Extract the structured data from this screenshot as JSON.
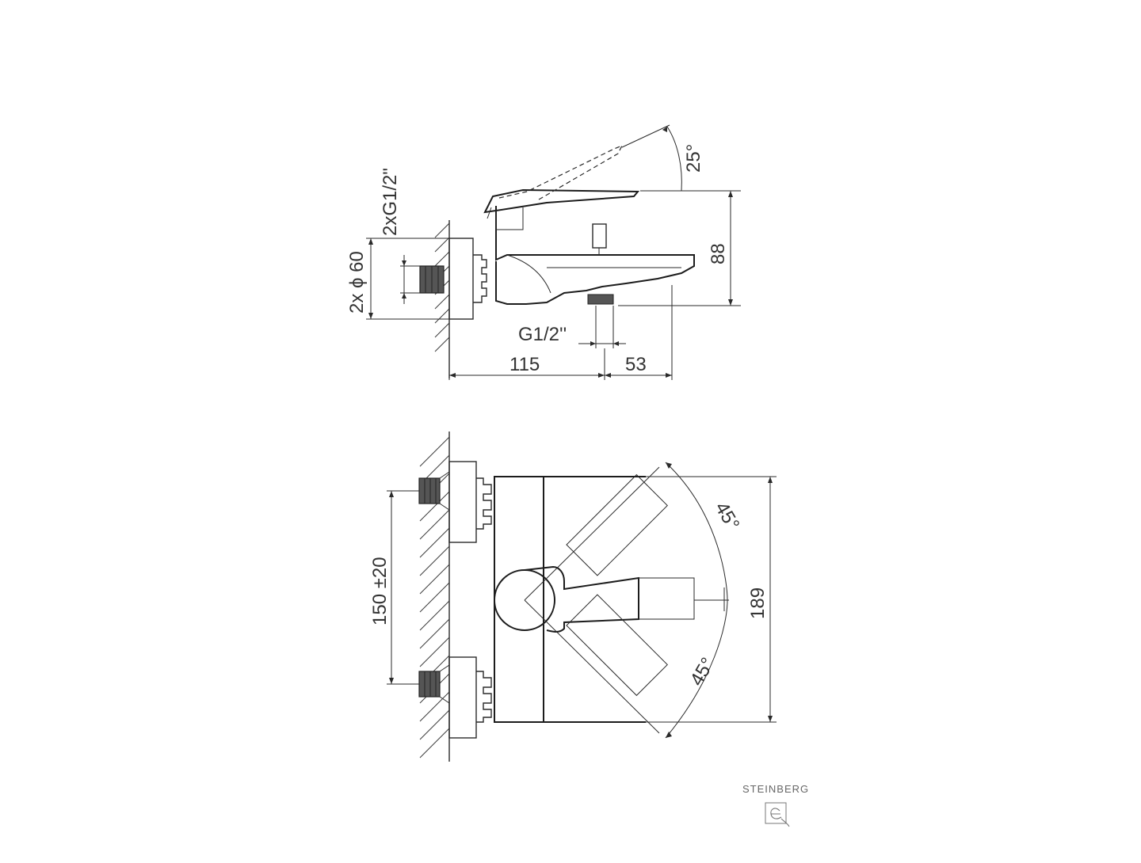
{
  "side_view": {
    "dim_inlet": "2xG1/2\"",
    "dim_rosette": "2x ϕ 60",
    "dim_lever_angle": "25°",
    "dim_height": "88",
    "dim_outlet": "G1/2''",
    "dim_depth_wall": "115",
    "dim_depth_spout": "53"
  },
  "top_view": {
    "dim_spacing": "150 ±20",
    "dim_angle_upper": "45°",
    "dim_angle_lower": "45°",
    "dim_length": "189"
  },
  "brand": {
    "name": "STEINBERG",
    "logo_icon": "steinberg-logo-icon"
  }
}
